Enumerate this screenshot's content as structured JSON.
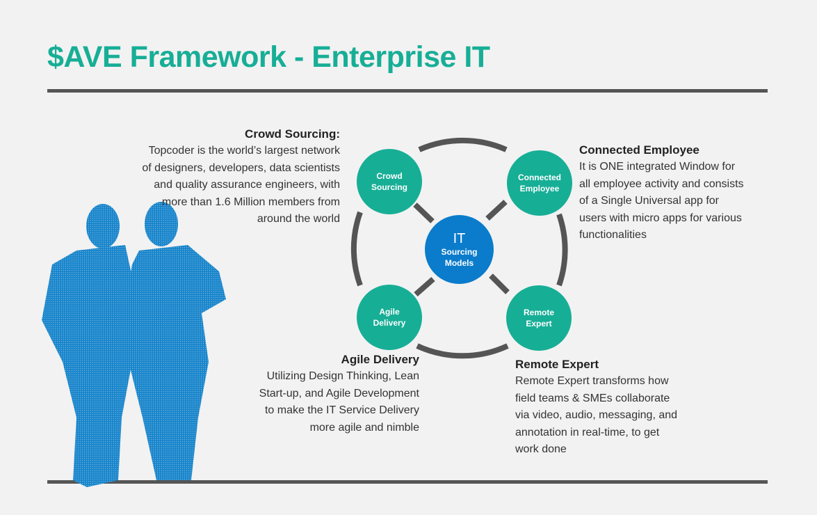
{
  "title": "$AVE Framework - Enterprise IT",
  "diagram": {
    "hub": {
      "line1": "IT",
      "line2": "Sourcing",
      "line3": "Models"
    },
    "nodes": [
      {
        "line1": "Crowd",
        "line2": "Sourcing"
      },
      {
        "line1": "Connected",
        "line2": "Employee"
      },
      {
        "line1": "Agile",
        "line2": "Delivery"
      },
      {
        "line1": "Remote",
        "line2": "Expert"
      }
    ]
  },
  "sections": {
    "crowd": {
      "heading": "Crowd Sourcing:",
      "lines": [
        "Topcoder is the world’s largest network",
        "of designers, developers, data scientists",
        "and quality assurance engineers, with",
        "more than 1.6 Million members from",
        "around the world"
      ]
    },
    "connected": {
      "heading": "Connected Employee",
      "lines": [
        "It is ONE integrated Window for",
        "all employee activity and consists",
        "of a Single Universal app for",
        "users with micro apps for various",
        "functionalities"
      ]
    },
    "agile": {
      "heading": "Agile Delivery",
      "lines": [
        "Utilizing Design Thinking, Lean",
        "Start-up, and Agile Development",
        "to make the IT Service Delivery",
        "more agile and nimble"
      ]
    },
    "remote": {
      "heading": "Remote Expert",
      "lines": [
        "Remote Expert transforms how",
        "field teams & SMEs collaborate",
        "via video, audio, messaging, and",
        "annotation in real-time, to get",
        "work done"
      ]
    }
  },
  "colors": {
    "teal": "#17ae96",
    "blue": "#0a7ccb",
    "gray": "#555555"
  }
}
